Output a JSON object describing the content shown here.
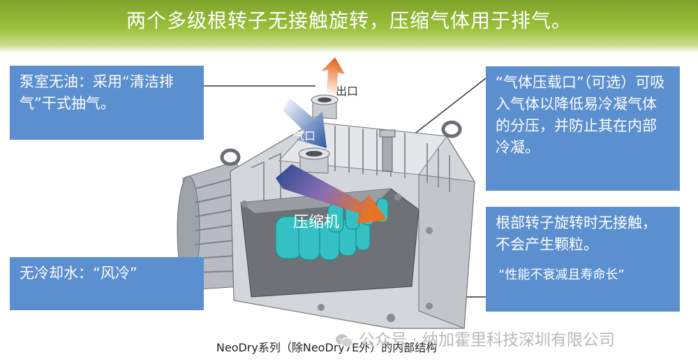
{
  "banner": {
    "text": "两个多级根转子无接触旋转，压缩气体用于排气。"
  },
  "callouts": {
    "oil_free": "泵室无油：采用“清洁排气”干式抽气。",
    "gas_ballast": "“气体压载口”（可选）可吸入气体以降低易冷凝气体的分压，并防止其在内部冷凝。",
    "no_contact": "根部转子旋转时无接触，不会产生颗粒。",
    "no_contact_sub": "“性能不衰减且寿命长”",
    "air_cooled": "无冷却水：“风冷”"
  },
  "diagram": {
    "outlet_label": "出口",
    "inlet_label": "气口",
    "compressor_label": "压缩机"
  },
  "caption": "NeoDry系列（除NeoDry7E外）的内部结构",
  "watermark": "公众号 · 纳加霍里科技深圳有限公司",
  "colors": {
    "banner": "#8fb533",
    "callout": "#5b8fcf",
    "rotor": "#2fbfbf",
    "arrow_start": "#1f3f8f",
    "arrow_end": "#e8661e"
  }
}
